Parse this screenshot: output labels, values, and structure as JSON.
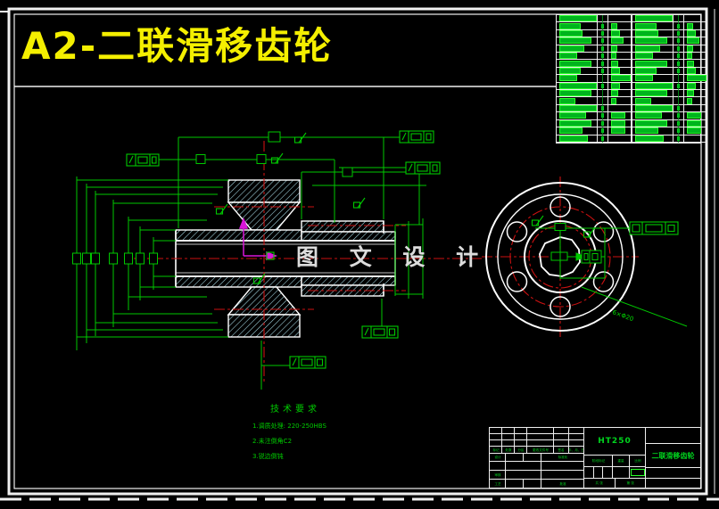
{
  "window": {
    "title": "A2-二联滑移齿轮"
  },
  "watermark": "图 文 设 计",
  "tech_requirements": {
    "heading": "技术要求",
    "items": [
      "1.调质处理: 220-250HBS",
      "2.未注倒角C2",
      "3.锐边倒钝"
    ]
  },
  "annotations": {
    "hole_note": "6×Φ20"
  },
  "title_block": {
    "material": "HT250",
    "part_name": "二联滑移齿轮",
    "revision_labels": [
      "标记",
      "处数",
      "分区",
      "更改文件号",
      "签名",
      "年、月、日"
    ],
    "sign_labels": {
      "design": "设计",
      "standardization": "标准化",
      "check": "审核",
      "process": "工艺",
      "approve": "批准"
    },
    "info_labels": {
      "stage": "阶段标记",
      "weight": "重量",
      "scale": "比例"
    },
    "sheet_labels": {
      "total": "共  张",
      "page": "第  张"
    }
  },
  "param_table": {
    "note": "gear parameter table, text illegible at source resolution",
    "rows": [
      {
        "m": 50,
        "n": 0,
        "v": 0
      },
      {
        "m": 22,
        "n": 1,
        "v": 5
      },
      {
        "m": 24,
        "n": 1,
        "v": 8
      },
      {
        "m": 34,
        "n": 1,
        "v": 12
      },
      {
        "m": 26,
        "n": 1,
        "v": 5
      },
      {
        "m": 18,
        "n": 1,
        "v": 4
      },
      {
        "m": 34,
        "n": 1,
        "v": 6
      },
      {
        "m": 22,
        "n": 1,
        "v": 8
      },
      {
        "m": 18,
        "n": 0,
        "v": 28
      },
      {
        "m": 60,
        "n": 1,
        "v": 8
      },
      {
        "m": 34,
        "n": 0,
        "v": 6
      },
      {
        "m": 16,
        "n": 0,
        "v": 4
      },
      {
        "m": 40,
        "n": 1,
        "v": 0
      },
      {
        "m": 28,
        "n": 1,
        "v": 14
      },
      {
        "m": 34,
        "n": 1,
        "v": 14
      },
      {
        "m": 24,
        "n": 1,
        "v": 14
      },
      {
        "m": 30,
        "n": 1,
        "v": 0
      }
    ]
  },
  "colors": {
    "background": "#000000",
    "border": "#efefef",
    "dimension_green": "#00c800",
    "centerline_red": "#cc1111",
    "hatch_cyan": "#a9dde9",
    "title_yellow": "#f4ef00",
    "ucs_magenta": "#d816d8"
  }
}
